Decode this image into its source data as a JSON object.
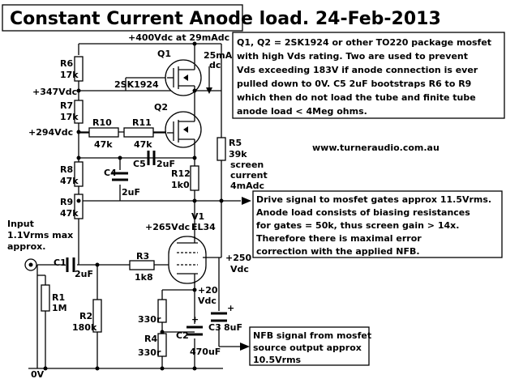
{
  "title": "Constant Current Anode load. 24-Feb-2013",
  "website": "www.turneraudio.com.au",
  "notes": {
    "mosfets": "Q1, Q2 = 2SK1924 or other TO220 package mosfet with high Vds rating. Two are used to prevent Vds exceeding 183V if anode connection is ever pulled down to 0V. C5 2uF bootstraps R6 to R9 which then do not load the tube and finite tube anode load < 4Meg ohms.",
    "drive": "Drive signal to mosfet gates approx 11.5Vrms. Anode load consists of biasing resistances for gates = 50k, thus screen gain > 14x. Therefore there is maximal error correction with the applied NFB.",
    "nfb": "NFB signal from mosfet source output approx 10.5Vrms"
  },
  "labels": {
    "supply": "+400Vdc  at 29mAdc",
    "current_line1": "25mA",
    "current_line2": "dc",
    "v347": "+347Vdc",
    "v294": "+294Vdc",
    "v265": "+265Vdc",
    "v250_line1": "+250",
    "v250_line2": "Vdc",
    "v20_line1": "+20",
    "v20_line2": "Vdc",
    "screen_line1": "screen",
    "screen_line2": "current",
    "screen_line3": "4mAdc",
    "input_line1": "Input",
    "input_line2": "1.1Vrms max",
    "input_line3": "approx.",
    "ground": "0V"
  },
  "components": {
    "R6": {
      "name": "R6",
      "value": "17k"
    },
    "R7": {
      "name": "R7",
      "value": "17k"
    },
    "R8": {
      "name": "R8",
      "value": "47k"
    },
    "R9": {
      "name": "R9",
      "value": "47k"
    },
    "R10": {
      "name": "R10",
      "value": "47k"
    },
    "R11": {
      "name": "R11",
      "value": "47k"
    },
    "R12": {
      "name": "R12",
      "value": "1k0"
    },
    "R5": {
      "name": "R5",
      "value": "39k"
    },
    "R3": {
      "name": "R3",
      "value": "1k8"
    },
    "R2": {
      "name": "R2",
      "value": "180k"
    },
    "R1": {
      "name": "R1",
      "value": "1M"
    },
    "R4": {
      "name": "R4",
      "value": "330r"
    },
    "R4b": {
      "value": "330r"
    },
    "C1": {
      "name": "C1",
      "value": "2uF"
    },
    "C2": {
      "name": "C2",
      "value": "470uF"
    },
    "C3": {
      "name": "C3",
      "value": "8uF"
    },
    "C4": {
      "name": "C4",
      "value": "2uF"
    },
    "C5": {
      "name": "C5",
      "value": "2uF"
    },
    "Q1": {
      "name": "Q1",
      "part": "2SK1924"
    },
    "Q2": {
      "name": "Q2"
    },
    "V1": {
      "name": "V1",
      "part": "EL34"
    }
  },
  "polarity": {
    "plus": "+"
  }
}
